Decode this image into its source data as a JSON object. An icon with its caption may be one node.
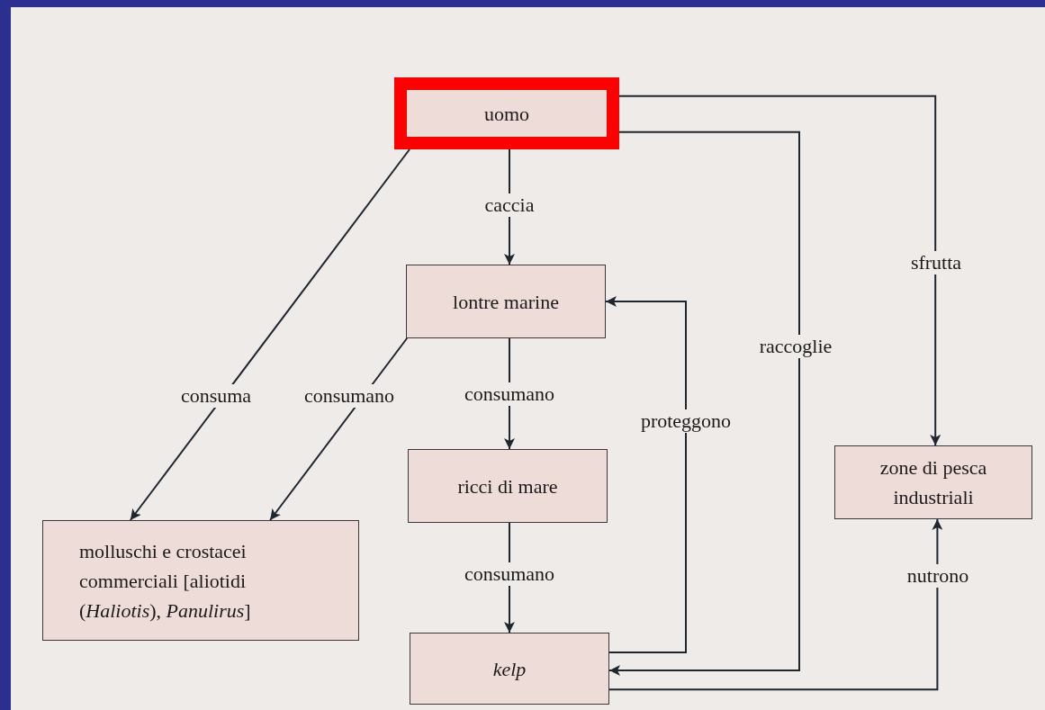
{
  "diagram": {
    "nodes": [
      {
        "text": [
          "uomo"
        ]
      },
      {
        "text": [
          "lontre marine"
        ]
      },
      {
        "text": [
          "ricci di mare"
        ]
      },
      {
        "text": [
          "kelp"
        ]
      },
      {
        "text": [
          "molluschi e crostacei commerciali [aliotidi (*Haliotis*), *Panulirus*]"
        ]
      },
      {
        "text": [
          "zone di pesca industriali"
        ]
      }
    ],
    "edges": [
      {
        "from": 0,
        "to": 1,
        "arrow": "to",
        "label": "caccia"
      },
      {
        "from": 0,
        "to": 4,
        "arrow": "to",
        "label": "consuma"
      },
      {
        "from": 1,
        "to": 4,
        "arrow": "to",
        "label": "consumano"
      },
      {
        "from": 1,
        "to": 2,
        "arrow": "to",
        "label": "consumano"
      },
      {
        "from": 2,
        "to": 3,
        "arrow": "to",
        "label": "consumano"
      },
      {
        "from": 3,
        "to": 1,
        "arrow": "to",
        "label": "proteggono"
      },
      {
        "from": 0,
        "to": 3,
        "arrow": "to",
        "label": "raccoglie"
      },
      {
        "from": 0,
        "to": 5,
        "arrow": "to",
        "label": "sfrutta"
      },
      {
        "from": 3,
        "to": 5,
        "arrow": "to",
        "label": "nutrono"
      }
    ]
  }
}
